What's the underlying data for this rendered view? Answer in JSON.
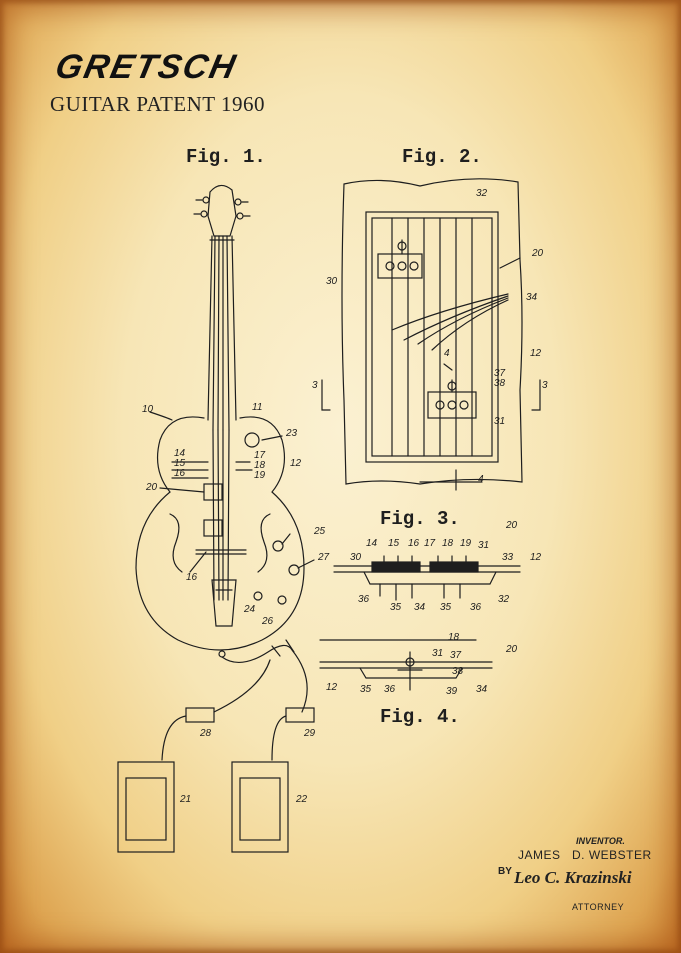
{
  "header": {
    "brand": "GRETSCH",
    "subtitle": "GUITAR PATENT 1960"
  },
  "figures": {
    "fig1": "Fig. 1.",
    "fig2": "Fig. 2.",
    "fig3": "Fig. 3.",
    "fig4": "Fig. 4."
  },
  "fig1_refs": [
    "10",
    "11",
    "23",
    "14",
    "15",
    "16",
    "17",
    "18",
    "19",
    "12",
    "20",
    "25",
    "27",
    "16",
    "24",
    "26",
    "28",
    "29",
    "21",
    "22"
  ],
  "fig2_refs": [
    "32",
    "30",
    "20",
    "34",
    "12",
    "4",
    "37",
    "38",
    "31",
    "3",
    "3",
    "4"
  ],
  "fig3_refs": [
    "20",
    "14",
    "15",
    "16",
    "17",
    "18",
    "19",
    "31",
    "30",
    "33",
    "12",
    "36",
    "35",
    "34",
    "35",
    "36",
    "32"
  ],
  "fig4_refs": [
    "18",
    "20",
    "31",
    "37",
    "12",
    "35",
    "36",
    "38",
    "39",
    "34"
  ],
  "signature": {
    "inventor_label": "INVENTOR.",
    "inventor_name": "JAMES   D. WEBSTER",
    "by": "BY",
    "attorney_name": "Leo C. Krazinski",
    "attorney_label": "ATTORNEY"
  },
  "colors": {
    "ink": "#1e1e1e",
    "paper": "#f7e6b6",
    "edge": "#c77a2c"
  }
}
